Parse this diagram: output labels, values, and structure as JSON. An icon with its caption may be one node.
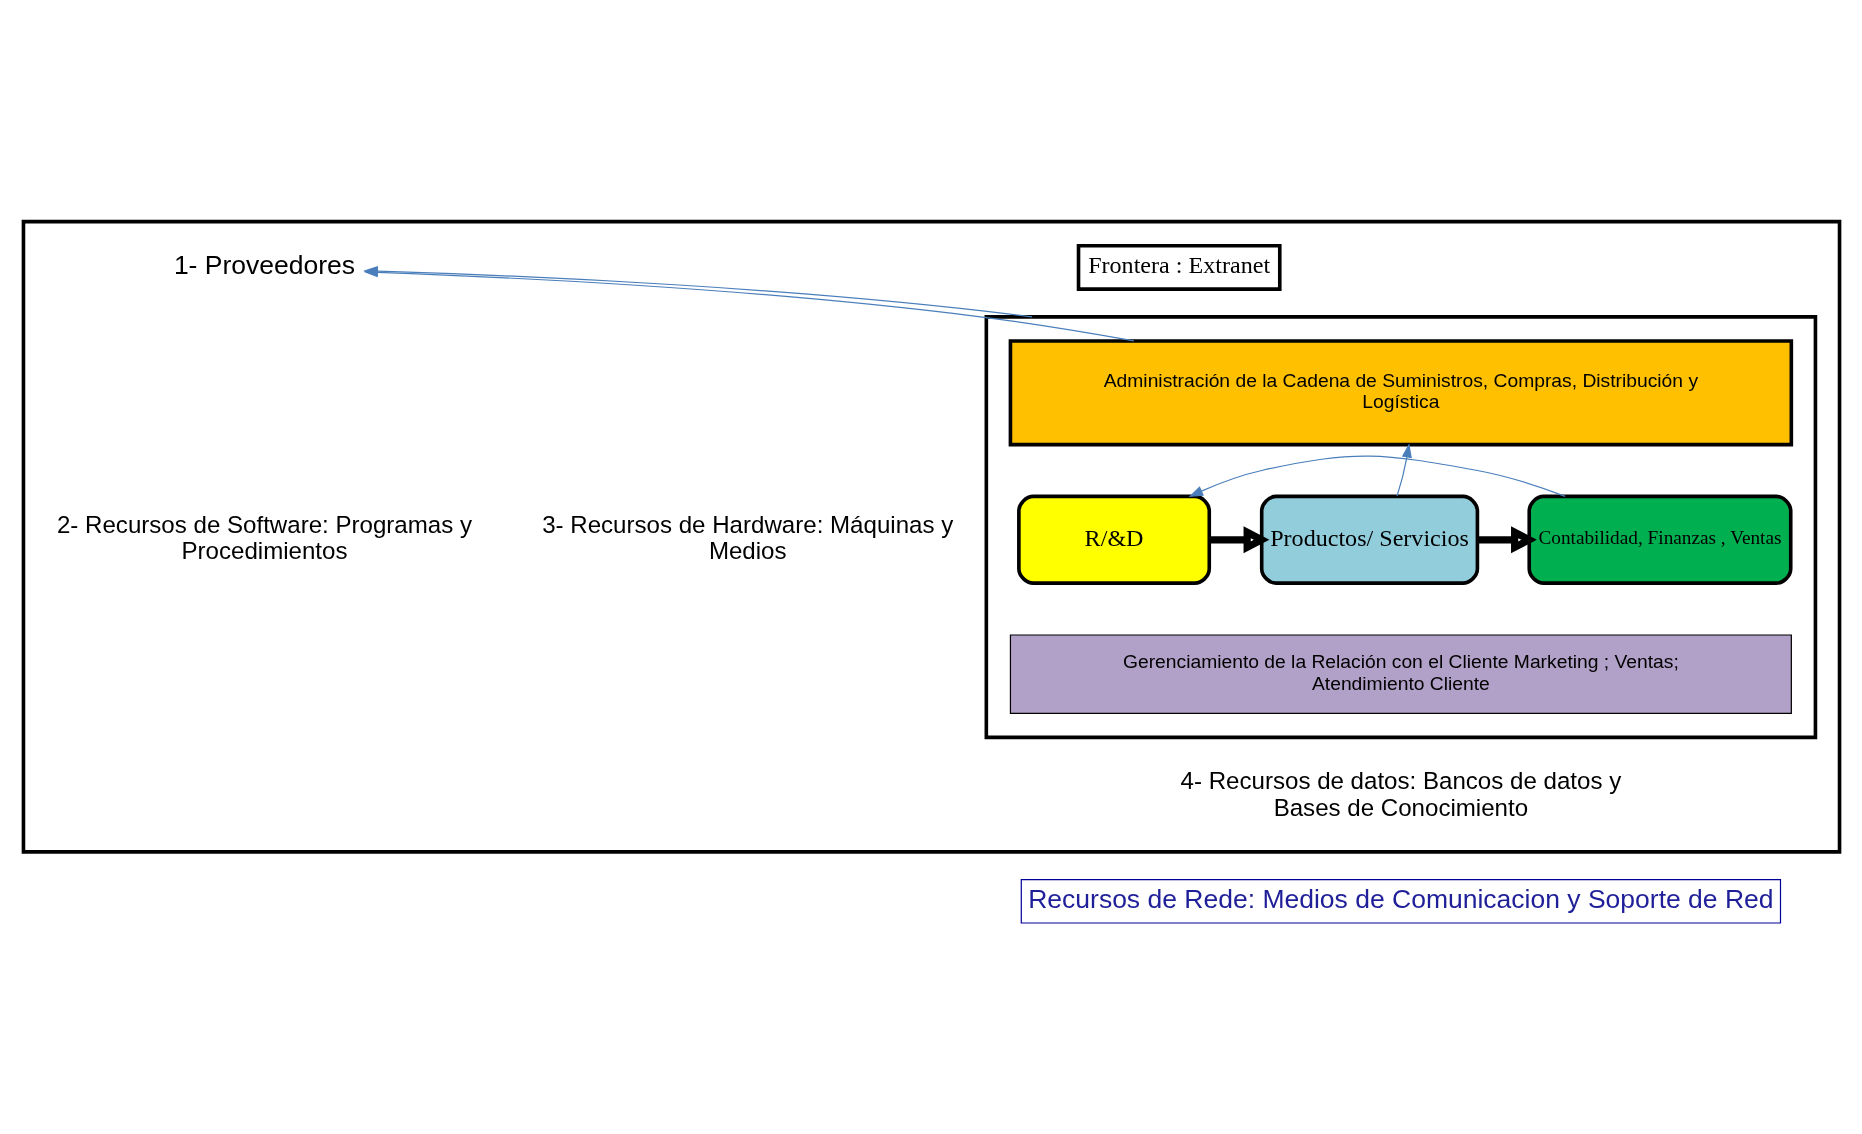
{
  "diagram": {
    "nodes": [
      {
        "text": [],
        "shape": "box"
      },
      {
        "text": [
          "Frontera : Extranet"
        ],
        "in": 0
      },
      {
        "text": [
          "1- Proveedores"
        ],
        "in": 0
      },
      {
        "text": [],
        "shape": "box",
        "in": 0
      },
      {
        "text": [
          "Administración de la Cadena de Suministros, Compras, Distribución y Logística"
        ],
        "in": 3
      },
      {
        "text": [
          "R/&D"
        ],
        "in": 3
      },
      {
        "text": [
          "Productos/ Servicios"
        ],
        "in": 3
      },
      {
        "text": [
          "Contabilidad, Finanzas , Ventas"
        ],
        "in": 3
      },
      {
        "text": [
          "Gerenciamiento de la Relación con el Cliente Marketing ; Ventas; Atendimiento Cliente"
        ],
        "in": 3
      },
      {
        "text": [
          "Recursos de Rede: Medios de Comunicacion y Soporte de Red"
        ]
      }
    ],
    "edges": [
      {
        "from": 4,
        "to": 2,
        "arrow": "to"
      },
      {
        "from": 3,
        "to": 2,
        "arrow": "to"
      },
      {
        "from": 6,
        "to": 4,
        "arrow": "to"
      },
      {
        "from": 5,
        "to": 6,
        "arrow": "to",
        "style": "thick",
        "color": "#000000"
      },
      {
        "from": 6,
        "to": 7,
        "arrow": "to",
        "style": "thick",
        "color": "#000000"
      },
      {
        "from": 7,
        "to": 5,
        "arrow": "to"
      }
    ],
    "labels": [
      "2- Recursos de Software: Programas y Procedimientos",
      "3- Recursos de Hardware: Máquinas y Medios",
      "4- Recursos de datos: Bancos de datos y Bases de Conocimiento"
    ]
  }
}
